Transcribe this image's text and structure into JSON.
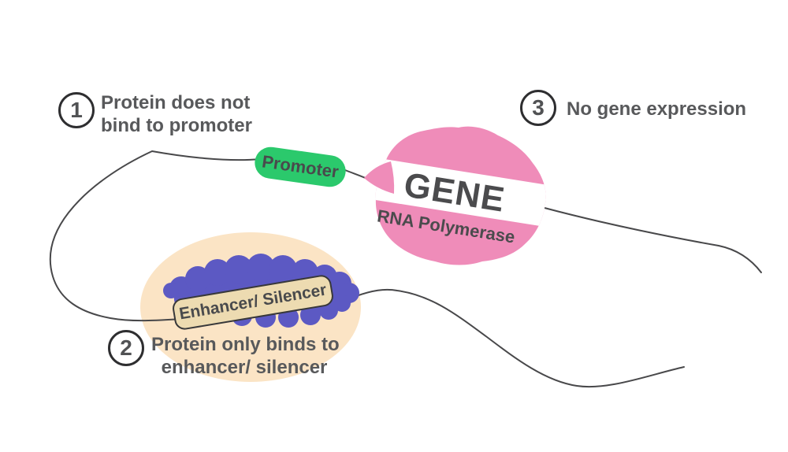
{
  "steps": [
    {
      "number": "1",
      "lines": [
        "Protein does not",
        "bind to promoter"
      ]
    },
    {
      "number": "2",
      "lines": [
        "Protein only binds to",
        "enhancer/ silencer"
      ]
    },
    {
      "number": "3",
      "lines": [
        "No gene expression"
      ]
    }
  ],
  "labels": {
    "promoter": "Promoter",
    "gene": "GENE",
    "rna_polymerase": "RNA Polymerase",
    "enhancer_silencer": "Enhancer/ Silencer"
  },
  "colors": {
    "promoter_green": "#2BC96C",
    "gene_pink": "#EF8CB9",
    "protein_purple": "#5C59C3",
    "enhancer_tan": "#EDDBB1",
    "highlight_peach": "#FBE4C5",
    "text_gray": "#58595B",
    "dna_line": "#48484A",
    "outline_dark": "#2E2E30"
  }
}
